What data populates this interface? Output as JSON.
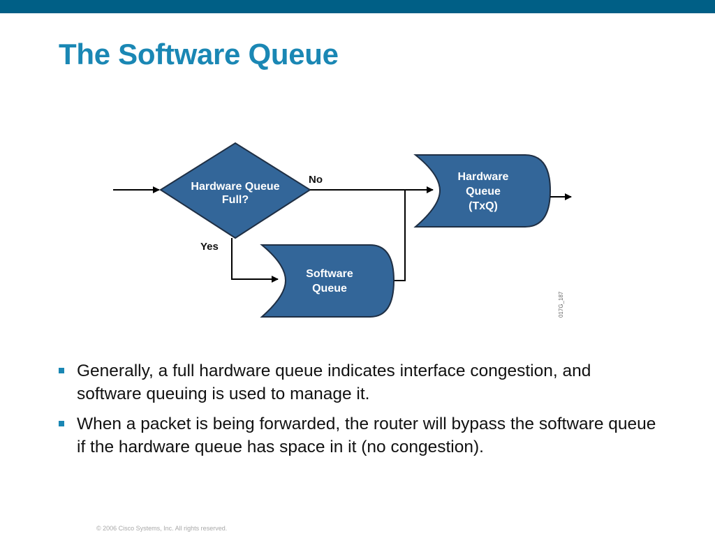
{
  "slide": {
    "title": "The Software Queue",
    "footer": "© 2006 Cisco Systems, Inc. All rights reserved."
  },
  "diagram": {
    "decision": {
      "line1": "Hardware Queue",
      "line2": "Full?"
    },
    "hardware_queue": {
      "line1": "Hardware",
      "line2": "Queue",
      "line3": "(TxQ)"
    },
    "software_queue": {
      "line1": "Software",
      "line2": "Queue"
    },
    "labels": {
      "no": "No",
      "yes": "Yes"
    },
    "figure_id": "017G_187",
    "colors": {
      "shape_fill": "#336699",
      "arrow": "#000000"
    }
  },
  "bullets": [
    {
      "text": "Generally, a full hardware queue indicates interface congestion, and software queuing is used to manage it."
    },
    {
      "text": "When a packet is being forwarded, the router will bypass the software queue if the hardware queue has space in it (no congestion)."
    }
  ],
  "colors": {
    "title": "#1a87b4",
    "top_bar": "#005f86",
    "bullet_marker": "#1a87b4"
  }
}
